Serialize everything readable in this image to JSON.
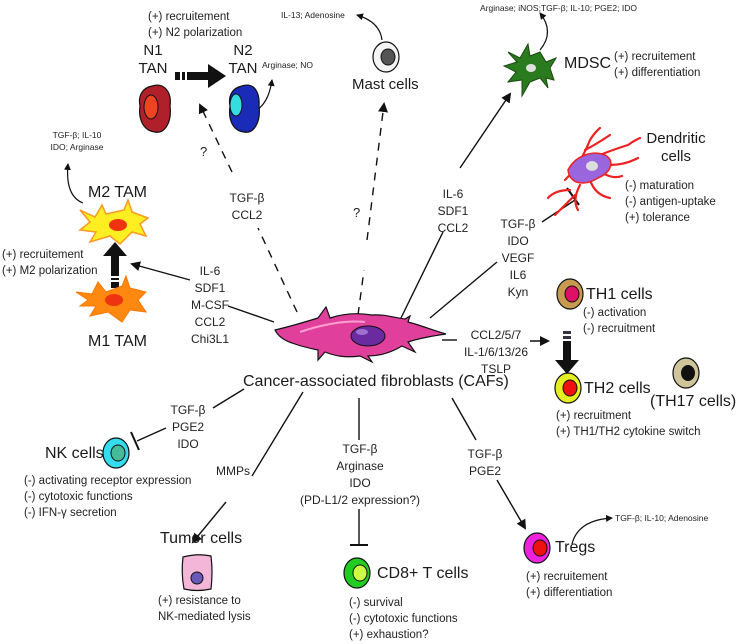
{
  "center": {
    "label": "Cancer-associated fibroblasts (CAFs)",
    "icon": "fibroblast-cell-icon",
    "colors": {
      "body": "#e0409b",
      "nucleus": "#6a2aa0"
    }
  },
  "tan": {
    "effects": [
      "(+) recruitement",
      "(+) N2 polarization"
    ],
    "n1_label": [
      "N1",
      "TAN"
    ],
    "n2_label": [
      "N2",
      "TAN"
    ],
    "n2_secretes": "Arginase; NO",
    "question": "?",
    "mediators": [
      "TGF-β",
      "CCL2"
    ],
    "colors": {
      "n1": "#b0202a",
      "n1_nucleus": "#ee4422",
      "n2": "#1a2bb8",
      "n2_nucleus": "#33dde0"
    }
  },
  "mast": {
    "label": "Mast cells",
    "secretes": "IL-13; Adenosine",
    "question": "?"
  },
  "mdsc": {
    "label": "MDSC",
    "secretes": "Arginase; iNOS;TGF-β; IL-10; PGE2; IDO",
    "effects": [
      "(+) recruitement",
      "(+) differentiation"
    ],
    "mediators": [
      "IL-6",
      "SDF1",
      "CCL2"
    ],
    "color": "#2a7a1e"
  },
  "dendritic": {
    "label": [
      "Dendritic",
      "cells"
    ],
    "effects": [
      "(-) maturation",
      "(-) antigen-uptake",
      "(+) tolerance"
    ],
    "mediators": [
      "TGF-β",
      "IDO",
      "VEGF",
      "IL6",
      "Kyn"
    ],
    "colors": {
      "body": "#9966dd",
      "dendrites": "#ee2222"
    }
  },
  "tam": {
    "m2_label": "M2 TAM",
    "m1_label": "M1 TAM",
    "m2_secretes": [
      "TGF-β; IL-10",
      "IDO; Arginase"
    ],
    "effects": [
      "(+) recruitement",
      "(+) M2 polarization"
    ],
    "mediators": [
      "IL-6",
      "SDF1",
      "M-CSF",
      "CCL2",
      "Chi3L1"
    ],
    "colors": {
      "m2": "#ffee22",
      "m1": "#ff8811",
      "nucleus": "#ee3311"
    }
  },
  "th": {
    "th1_label": "TH1 cells",
    "th1_effects": [
      "(-) activation",
      "(-) recruitment"
    ],
    "th2_label": "TH2 cells",
    "th2_effects": [
      "(+) recruitment",
      "(+) TH1/TH2 cytokine switch"
    ],
    "th17_label": "(TH17 cells)",
    "mediators": [
      "CCL2/5/7",
      "IL-1/6/13/26",
      "TSLP"
    ],
    "colors": {
      "th1": "#c89a50",
      "th1_nucleus": "#dd1166",
      "th2": "#e6f020",
      "th2_nucleus": "#ee1111",
      "th17": "#cfc49a"
    }
  },
  "nk": {
    "label": "NK cells",
    "mediators": [
      "TGF-β",
      "PGE2",
      "IDO"
    ],
    "effects": [
      "(-) activating receptor expression",
      "(-) cytotoxic functions",
      "(-) IFN-γ secretion"
    ],
    "colors": {
      "cell": "#33ddee",
      "nucleus": "#44bb99"
    }
  },
  "tumor": {
    "label": "Tumor cells",
    "mediators": [
      "MMPs"
    ],
    "effects": [
      "(+) resistance to",
      "NK-mediated lysis"
    ],
    "colors": {
      "cell": "#f4b6d8",
      "nucleus": "#6a5ab8"
    }
  },
  "cd8": {
    "label": "CD8+ T cells",
    "mediators": [
      "TGF-β",
      "Arginase",
      "IDO",
      "(PD-L1/2 expression?)"
    ],
    "effects": [
      "(-) survival",
      "(-) cytotoxic functions",
      "(+) exhaustion?"
    ],
    "colors": {
      "cell": "#22cc22",
      "nucleus": "#ccff44"
    }
  },
  "tregs": {
    "label": "Tregs",
    "mediators": [
      "TGF-β",
      "PGE2"
    ],
    "secretes": "TGF-β; IL-10; Adenosine",
    "effects": [
      "(+) recruitement",
      "(+) differentiation"
    ],
    "colors": {
      "cell": "#ee22dd",
      "nucleus": "#ee1111"
    }
  }
}
